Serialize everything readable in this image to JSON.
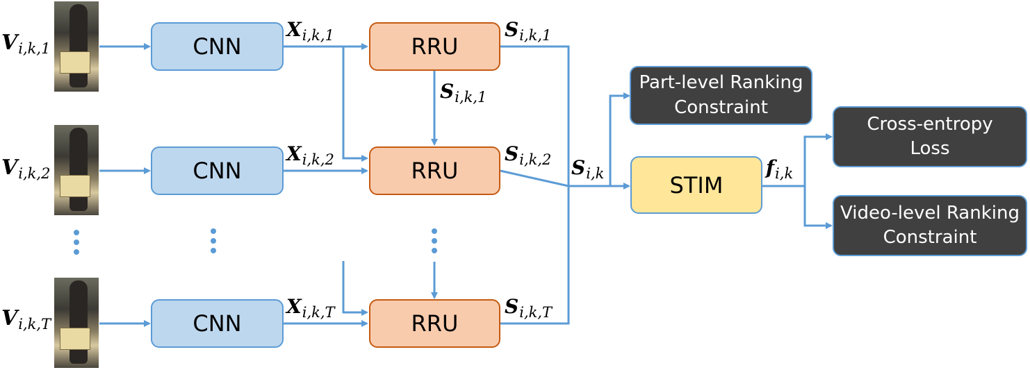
{
  "blocks": {
    "cnn_label": "CNN",
    "rru_label": "RRU",
    "stim_label": "STIM",
    "part_level_line1": "Part-level Ranking",
    "part_level_line2": "Constraint",
    "cross_entropy_line1": "Cross-entropy",
    "cross_entropy_line2": "Loss",
    "video_level_line1": "Video-level Ranking",
    "video_level_line2": "Constraint"
  },
  "inputs": [
    {
      "base": "V",
      "sub": "i,k,1"
    },
    {
      "base": "V",
      "sub": "i,k,2"
    },
    {
      "base": "V",
      "sub": "i,k,T"
    }
  ],
  "features": [
    {
      "base": "X",
      "sub": "i,k,1"
    },
    {
      "base": "X",
      "sub": "i,k,2"
    },
    {
      "base": "X",
      "sub": "i,k,T"
    }
  ],
  "states": [
    {
      "base": "S",
      "sub": "i,k,1"
    },
    {
      "base": "S",
      "sub": "i,k,2"
    },
    {
      "base": "S",
      "sub": "i,k,T"
    }
  ],
  "recurrent_state": {
    "base": "S",
    "sub": "i,k,1"
  },
  "aggregate": {
    "base": "S",
    "sub": "i,k"
  },
  "output": {
    "base": "f",
    "sub": "i,k"
  },
  "colors": {
    "arrow": "#5b9bd5",
    "cnn_fill": "#bdd7ee",
    "rru_fill": "#f8cbad",
    "stim_fill": "#ffe699",
    "loss_fill": "#404040"
  }
}
